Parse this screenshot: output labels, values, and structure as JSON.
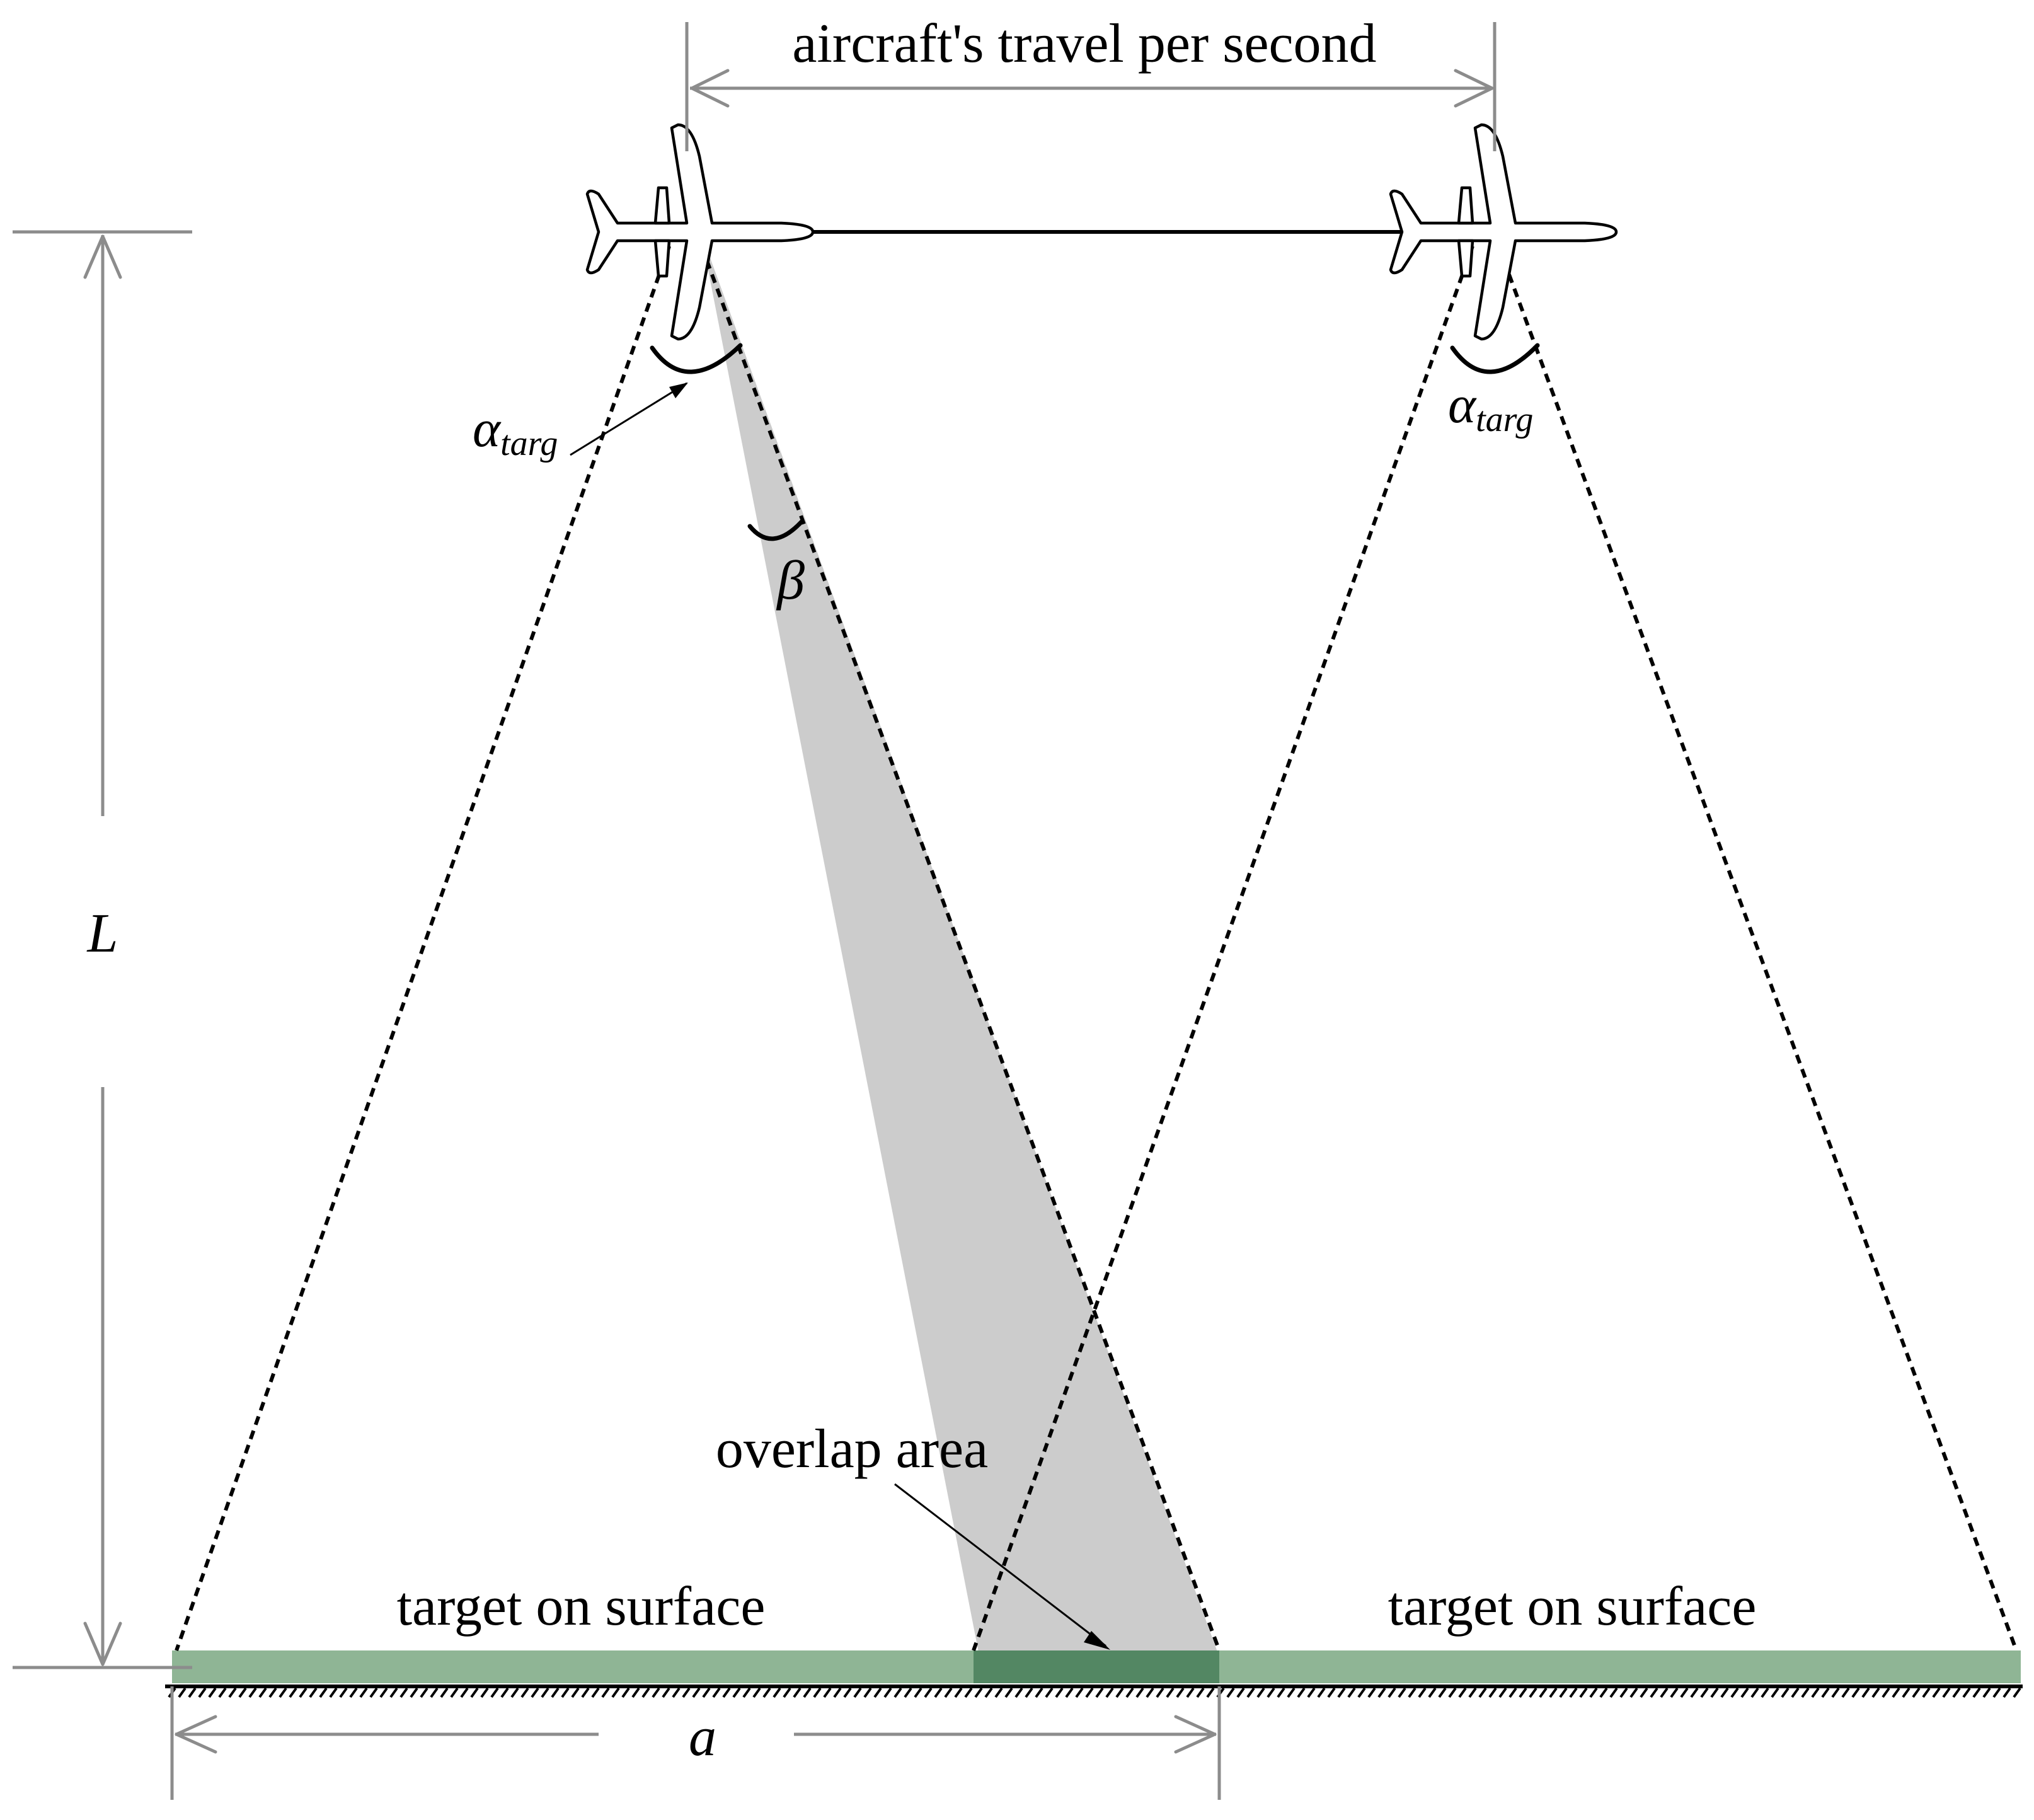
{
  "labels": {
    "travel": "aircraft's travel per second",
    "altitude_symbol": "L",
    "alpha_main": "α",
    "alpha_sub": "targ",
    "beta": "β",
    "overlap": "overlap area",
    "target_left": "target on surface",
    "target_right": "target on surface",
    "a_symbol": "a"
  },
  "icons": {
    "aircraft_left": "airplane-icon",
    "aircraft_right": "airplane-icon"
  },
  "colors": {
    "target": "#8fb595",
    "overlap": "#538763",
    "beam": "#cccccc",
    "dimension": "#8c8c8c"
  }
}
